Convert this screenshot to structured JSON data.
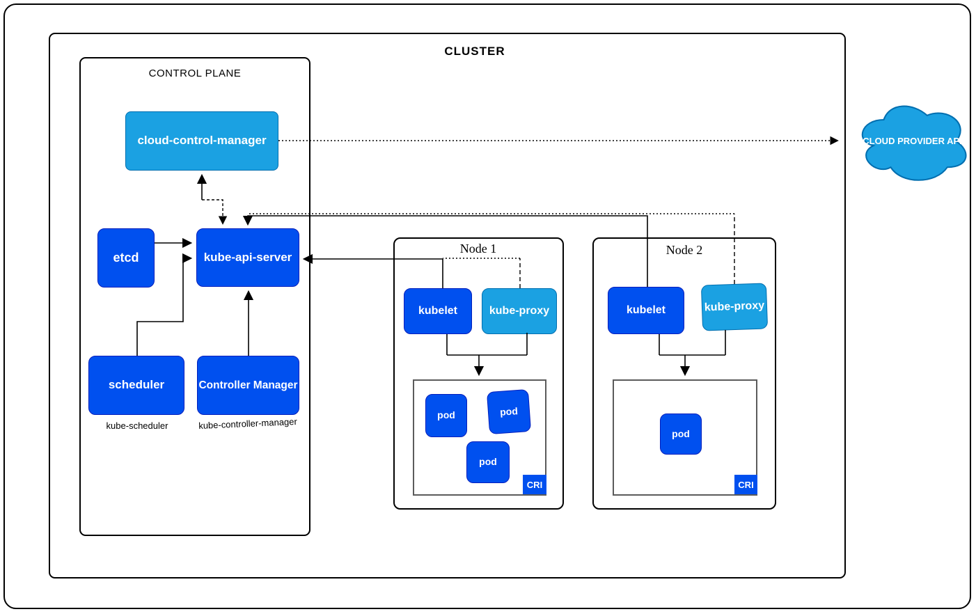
{
  "colors": {
    "primary_blue": "#0050EF",
    "primary_blue_border": "#001DBC",
    "light_blue": "#1BA1E2",
    "light_blue_border": "#006EAF"
  },
  "cluster": {
    "title": "CLUSTER",
    "control_plane": {
      "title": "CONTROL PLANE",
      "cloud_control_manager": "cloud-control-manager",
      "etcd": "etcd",
      "kube_api_server": "kube-api-server",
      "scheduler": "scheduler",
      "controller_manager": "Controller Manager",
      "scheduler_caption": "kube-scheduler",
      "controller_manager_caption": "kube-controller-manager"
    },
    "node1": {
      "title": "Node 1",
      "kubelet": "kubelet",
      "kube_proxy": "kube-proxy",
      "pods": [
        "pod",
        "pod",
        "pod"
      ],
      "cri": "CRI"
    },
    "node2": {
      "title": "Node 2",
      "kubelet": "kubelet",
      "kube_proxy": "kube-proxy",
      "pods": [
        "pod"
      ],
      "cri": "CRI"
    }
  },
  "external": {
    "cloud_provider_api": "CLOUD PROVIDER API"
  }
}
